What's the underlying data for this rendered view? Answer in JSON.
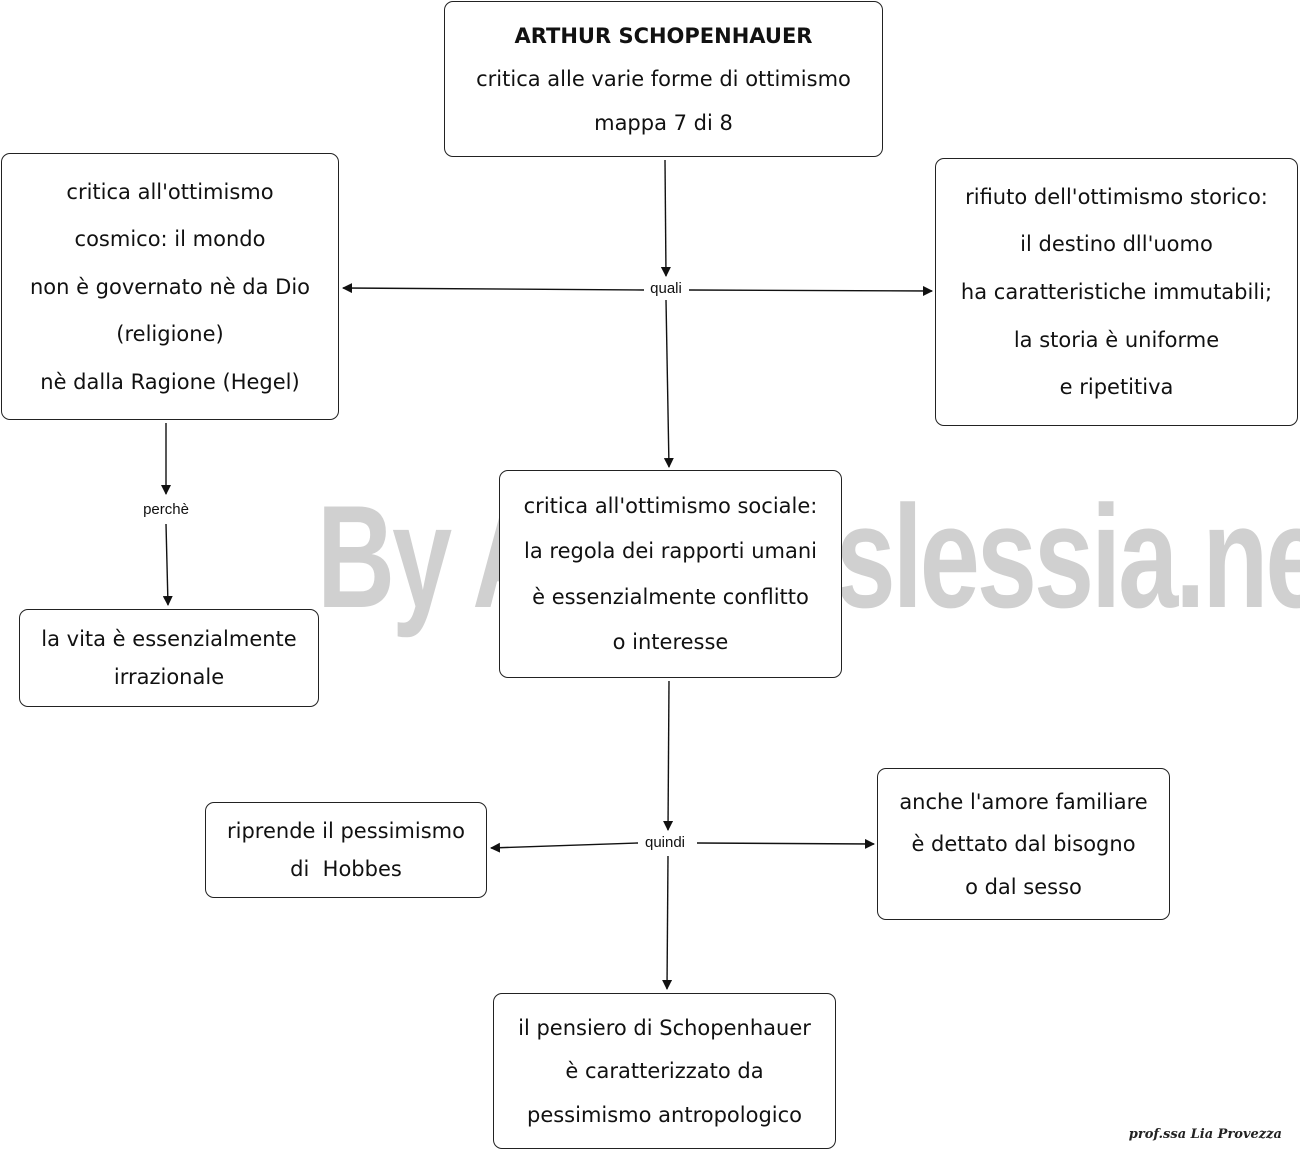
{
  "nodes": {
    "title": {
      "lines": [
        "ARTHUR SCHOPENHAUER",
        "critica alle varie forme di ottimismo",
        "mappa 7 di 8"
      ]
    },
    "cosmic": {
      "lines": [
        "critica all'ottimismo",
        "cosmico: il mondo",
        "non è governato nè da Dio",
        "(religione)",
        "nè dalla Ragione (Hegel)"
      ]
    },
    "historical": {
      "lines": [
        "rifiuto dell'ottimismo storico:",
        "il destino dll'uomo",
        "ha caratteristiche immutabili;",
        "la storia è uniforme",
        "e ripetitiva"
      ]
    },
    "social": {
      "lines": [
        "critica all'ottimismo sociale:",
        "la regola dei rapporti umani",
        "è essenzialmente conflitto",
        "o interesse"
      ]
    },
    "irrational": {
      "lines": [
        "la vita è essenzialmente",
        "irrazionale"
      ]
    },
    "hobbes": {
      "lines": [
        "riprende il pessimismo",
        "di  Hobbes"
      ]
    },
    "love": {
      "lines": [
        "anche l'amore familiare",
        "è dettato dal bisogno",
        "o dal sesso"
      ]
    },
    "conclusion": {
      "lines": [
        "il pensiero di Schopenhauer",
        "è caratterizzato da",
        "pessimismo antropologico"
      ]
    }
  },
  "links": {
    "quali": "quali",
    "perche": "perchè",
    "quindi": "quindi"
  },
  "watermark": "By AiutoDislessia.net",
  "signature": "prof.ssa Lia Provezza",
  "colors": {
    "line": "#111111",
    "border": "#222222",
    "watermark": "#aaaaaa"
  }
}
